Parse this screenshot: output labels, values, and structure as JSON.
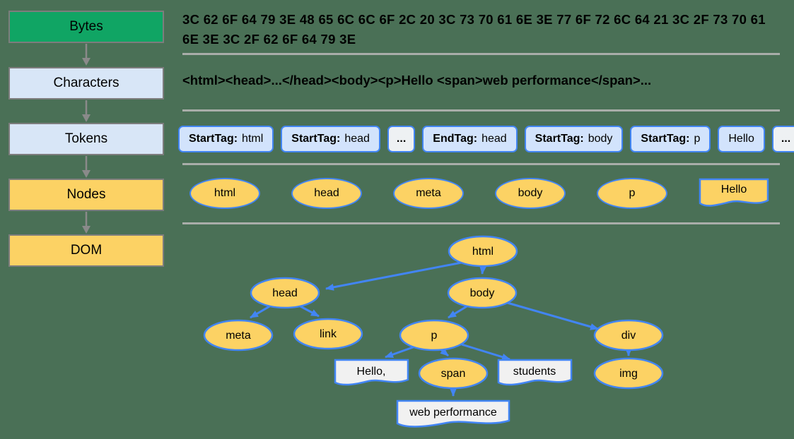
{
  "colors": {
    "background": "#4a7056",
    "divider_gray": "#a9ada9",
    "bytes_green": "#10a564",
    "stage_light_blue": "#d8e6f7",
    "node_yellow": "#fcd264",
    "token_blue": "#d2e3fc",
    "ellipsis_box_gray": "#eef1f3",
    "blue_border_arrows": "#4285f4",
    "textnode_gray": "#f1f1f1",
    "stage_border_gray": "#7d7d7d"
  },
  "pipeline": {
    "items": [
      {
        "label": "Bytes"
      },
      {
        "label": "Characters"
      },
      {
        "label": "Tokens"
      },
      {
        "label": "Nodes"
      },
      {
        "label": "DOM"
      }
    ]
  },
  "bytes_row": {
    "line1": "3C 62 6F 64 79 3E 48 65 6C 6C 6F 2C 20 3C 73 70 61 6E 3E 77 6F 72 6C 64 21 3C 2F 73 70 61",
    "line2": "6E 3E 3C 2F 62 6F 64 79 3E"
  },
  "characters_row": {
    "text": "<html><head>...</head><body><p>Hello <span>web performance</span>..."
  },
  "tokens_row": {
    "tokens": [
      {
        "label": "StartTag:",
        "value": "html"
      },
      {
        "label": "StartTag:",
        "value": "head"
      },
      {
        "value": "..."
      },
      {
        "label": "EndTag:",
        "value": "head"
      },
      {
        "label": "StartTag:",
        "value": "body"
      },
      {
        "label": "StartTag:",
        "value": "p"
      },
      {
        "value": "Hello"
      },
      {
        "value": "..."
      }
    ]
  },
  "nodes_row": {
    "nodes": [
      {
        "label": "html",
        "type": "element"
      },
      {
        "label": "head",
        "type": "element"
      },
      {
        "label": "meta",
        "type": "element"
      },
      {
        "label": "body",
        "type": "element"
      },
      {
        "label": "p",
        "type": "element"
      },
      {
        "label": "Hello",
        "type": "text"
      }
    ]
  },
  "dom_tree": {
    "nodes": {
      "html": "html",
      "head": "head",
      "body": "body",
      "meta": "meta",
      "link": "link",
      "p": "p",
      "div": "div",
      "hello": "Hello,",
      "span": "span",
      "students": "students",
      "img": "img",
      "webperf": "web performance"
    },
    "edges": [
      "html-head",
      "html-body",
      "head-meta",
      "head-link",
      "body-p",
      "body-div",
      "p-hello",
      "p-span",
      "p-students",
      "span-webperf",
      "div-img"
    ]
  }
}
